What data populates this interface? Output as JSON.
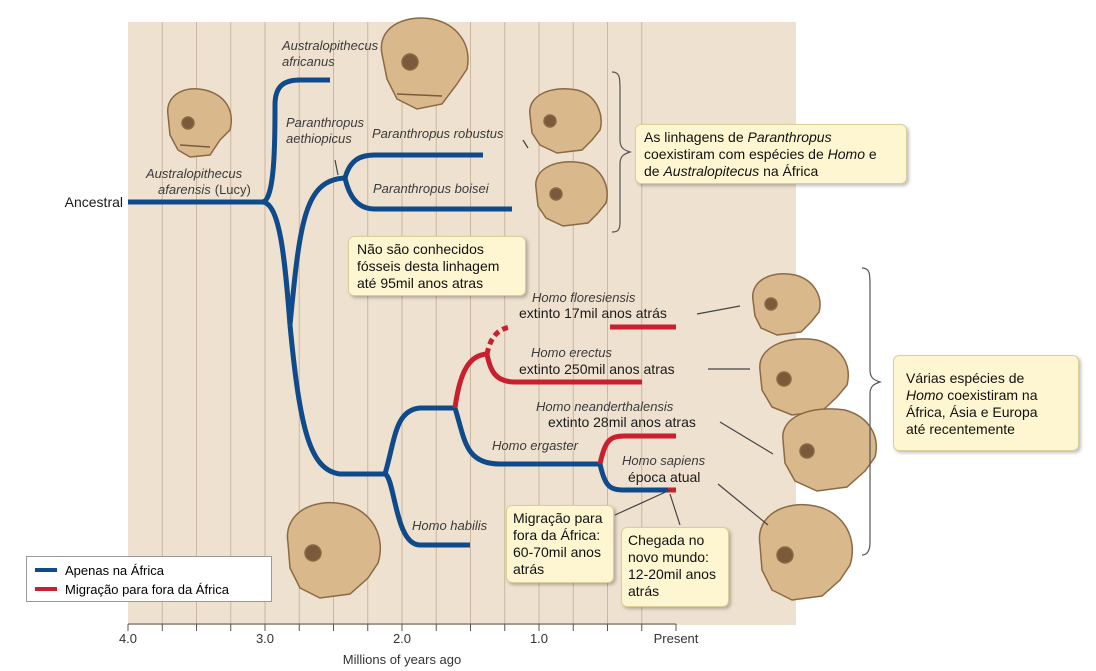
{
  "colors": {
    "africa": "#0f4a8a",
    "out_of_africa": "#c8202f",
    "panel": "#efe1cf",
    "note_bg": "#fdf6d0",
    "skull": "#d9b88c"
  },
  "axis": {
    "label": "Millions of years ago",
    "ticks": [
      "4.0",
      "3.0",
      "2.0",
      "1.0",
      "Present"
    ],
    "range": [
      4.0,
      0.0
    ]
  },
  "ancestral_label": "Ancestral",
  "species": {
    "afarensis": {
      "name": "Australopithecus",
      "suffix_italic": "afarensis",
      "suffix_plain": "(Lucy)"
    },
    "africanus": {
      "line1": "Australopithecus",
      "line2": "africanus"
    },
    "aethiopicus": {
      "line1": "Paranthropus",
      "line2": "aethiopicus"
    },
    "robustus": "Paranthropus robustus",
    "boisei": "Paranthropus boisei",
    "floresiensis": "Homo floresiensis",
    "erectus": "Homo erectus",
    "neanderthalensis": "Homo neanderthalensis",
    "ergaster": "Homo ergaster",
    "sapiens": "Homo sapiens",
    "habilis": "Homo habilis"
  },
  "extinct": {
    "floresiensis": "extinto 17mil anos atrás",
    "erectus": "extinto 250mil anos atras",
    "neanderthalensis": "extinto 28mil anos atras",
    "sapiens": "época atual"
  },
  "notes": {
    "paranthropus": {
      "p1": "As linhagens de ",
      "i1": "Paranthropus",
      "p2": "coexistiram com espécies de ",
      "i2": "Homo",
      "p3": " e",
      "p4": "de ",
      "i3": "Australopitecus",
      "p5": " na África"
    },
    "no_fossils": {
      "l1": "Não são conhecidos",
      "l2": "fósseis desta linhagem",
      "l3": "até 95mil anos atras"
    },
    "homo": {
      "l1": "Várias espécies de",
      "i1": "Homo",
      "l2b": " coexistiram na",
      "l3": "África, Ásia e Europa",
      "l4": "até recentemente"
    },
    "migration": {
      "l1": "Migração para",
      "l2": "fora da África:",
      "l3": "60-70mil anos",
      "l4": "atrás"
    },
    "new_world": {
      "l1": "Chegada no",
      "l2": "novo mundo:",
      "l3": "12-20mil anos",
      "l4": "atrás"
    }
  },
  "legend": {
    "africa": "Apenas na África",
    "out_of_africa": "Migração para fora da África"
  }
}
